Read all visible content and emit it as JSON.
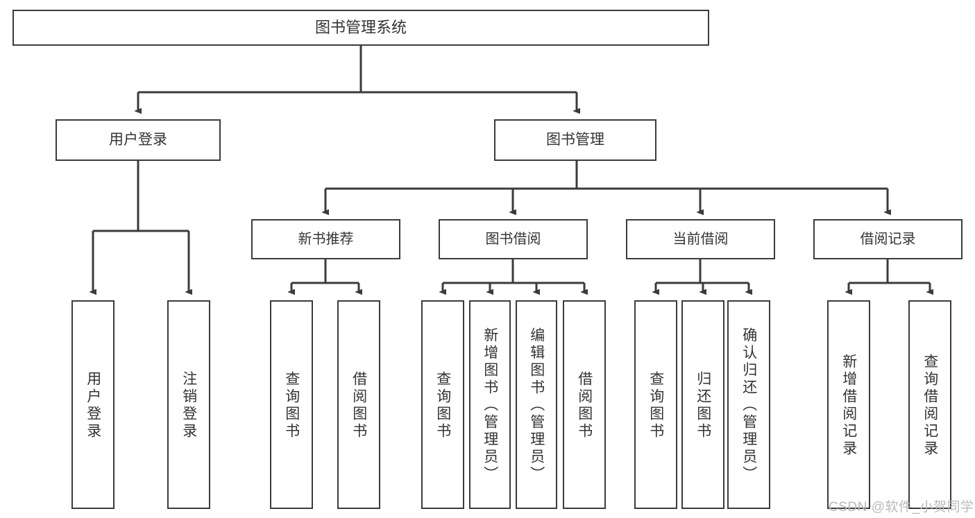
{
  "diagram": {
    "type": "hierarchy-tree",
    "title": "图书管理系统",
    "background_color": "#ffffff",
    "border_color": "#3b3b3b",
    "text_color": "#333333",
    "levels": 4
  },
  "nodes": {
    "root": {
      "label": "图书管理系统"
    },
    "level1": [
      {
        "id": "user-login",
        "label": "用户登录"
      },
      {
        "id": "book-management",
        "label": "图书管理"
      }
    ],
    "level2": [
      {
        "id": "new-book-recommend",
        "label": "新书推荐"
      },
      {
        "id": "book-borrow",
        "label": "图书借阅"
      },
      {
        "id": "current-borrow",
        "label": "当前借阅"
      },
      {
        "id": "borrow-record",
        "label": "借阅记录"
      }
    ],
    "leaves": {
      "user_login": [
        {
          "id": "leaf-user-login",
          "label": "用户登录"
        },
        {
          "id": "leaf-logout-login",
          "label": "注销登录"
        }
      ],
      "new_book_recommend": [
        {
          "id": "leaf-query-book-1",
          "label": "查询图书"
        },
        {
          "id": "leaf-borrow-book-1",
          "label": "借阅图书"
        }
      ],
      "book_borrow": [
        {
          "id": "leaf-query-book-2",
          "label": "查询图书"
        },
        {
          "id": "leaf-add-book",
          "label": "新增图书（管理员）"
        },
        {
          "id": "leaf-edit-book",
          "label": "编辑图书（管理员）"
        },
        {
          "id": "leaf-borrow-book-2",
          "label": "借阅图书"
        }
      ],
      "current_borrow": [
        {
          "id": "leaf-query-book-3",
          "label": "查询图书"
        },
        {
          "id": "leaf-return-book",
          "label": "归还图书"
        },
        {
          "id": "leaf-confirm-return",
          "label": "确认归还（管理员）"
        }
      ],
      "borrow_record": [
        {
          "id": "leaf-add-record",
          "label": "新增借阅记录"
        },
        {
          "id": "leaf-query-record",
          "label": "查询借阅记录"
        }
      ]
    }
  },
  "watermark": {
    "text": "CSDN @软件_小贺同学"
  }
}
